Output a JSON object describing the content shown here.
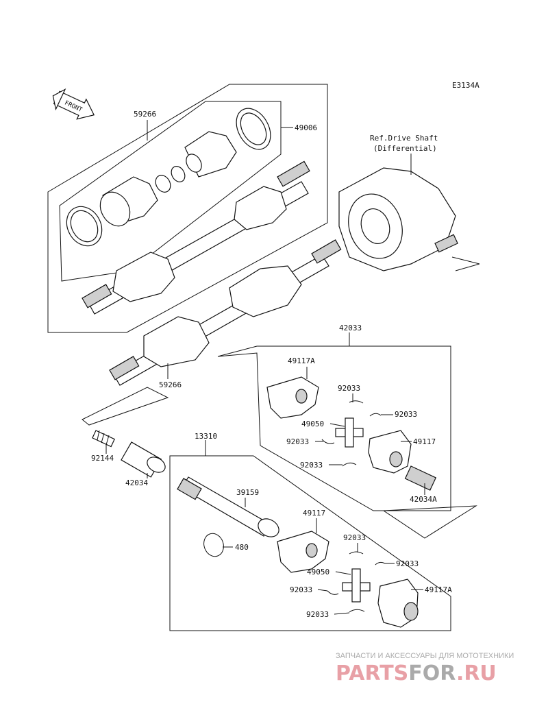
{
  "diagram_code": "E3134A",
  "front_label": "FRONT",
  "ref_label": {
    "line1": "Ref.Drive Shaft",
    "line2": "(Differential)"
  },
  "parts": {
    "p59266_top": "59266",
    "p49006": "49006",
    "p59266_bottom": "59266",
    "p42033": "42033",
    "p49117A_a": "49117A",
    "p92033_a": "92033",
    "p92033_b": "92033",
    "p49050_a": "49050",
    "p92033_c": "92033",
    "p49117_a": "49117",
    "p92033_d": "92033",
    "p42034A": "42034A",
    "p92144": "92144",
    "p42034": "42034",
    "p13310": "13310",
    "p39159": "39159",
    "p49117_b": "49117",
    "p480": "480",
    "p92033_e": "92033",
    "p92033_f": "92033",
    "p49050_b": "49050",
    "p92033_g": "92033",
    "p49117A_b": "49117A",
    "p92033_h": "92033"
  },
  "watermark": {
    "subtitle": "ЗАПЧАСТИ И АКСЕССУАРЫ ДЛЯ МОТОТЕХНИКИ",
    "brand_a": "PARTS",
    "brand_b": "FOR",
    "brand_c": ".RU",
    "color_main": "#e8a0a6",
    "color_accent": "#aaaaaa"
  }
}
